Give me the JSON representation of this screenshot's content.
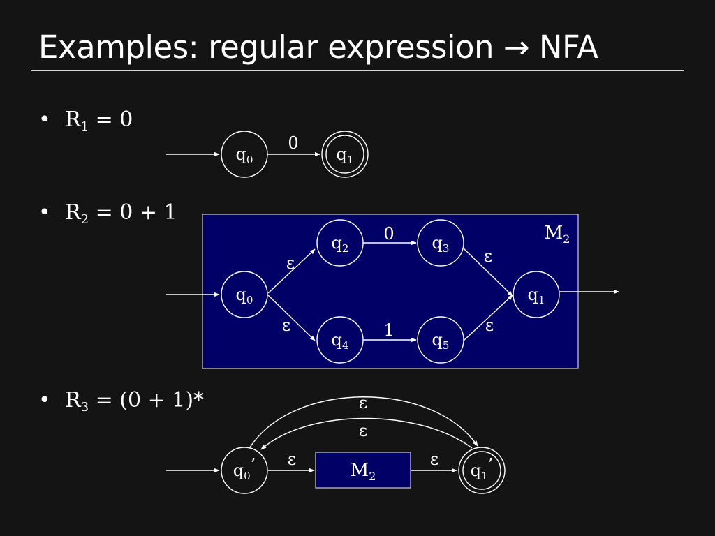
{
  "slide": {
    "title": "Examples: regular expression → NFA"
  },
  "examples": [
    {
      "bullet": "•",
      "name": "R",
      "subscript": "1",
      "expression": " = 0"
    },
    {
      "bullet": "•",
      "name": "R",
      "subscript": "2",
      "expression": " = 0 + 1"
    },
    {
      "bullet": "•",
      "name": "R",
      "subscript": "3",
      "expression": " = (0 + 1)*"
    }
  ],
  "nfa1": {
    "states": [
      {
        "base": "q",
        "sub": "0",
        "accepting": false
      },
      {
        "base": "q",
        "sub": "1",
        "accepting": true
      }
    ],
    "transition_label": "0"
  },
  "nfa2": {
    "box_label": "M",
    "box_sub": "2",
    "states": [
      {
        "base": "q",
        "sub": "0"
      },
      {
        "base": "q",
        "sub": "2"
      },
      {
        "base": "q",
        "sub": "3"
      },
      {
        "base": "q",
        "sub": "4"
      },
      {
        "base": "q",
        "sub": "5"
      },
      {
        "base": "q",
        "sub": "1"
      }
    ],
    "labels": {
      "q0_q2": "ε",
      "q2_q3": "0",
      "q3_q1": "ε",
      "q0_q4": "ε",
      "q4_q5": "1",
      "q5_q1": "ε"
    }
  },
  "nfa3": {
    "states": [
      {
        "base": "q",
        "sub": "0",
        "prime": "’",
        "accepting": false
      },
      {
        "base": "q",
        "sub": "1",
        "prime": "’",
        "accepting": true
      }
    ],
    "box_label": "M",
    "box_sub": "2",
    "labels": {
      "top_arc": "ε",
      "back_arc": "ε",
      "into_box": "ε",
      "out_of_box": "ε"
    }
  },
  "colors": {
    "background": "#141414",
    "box_fill": "#000066",
    "box_stroke": "#cfcfcf",
    "ink": "#ffffff"
  }
}
